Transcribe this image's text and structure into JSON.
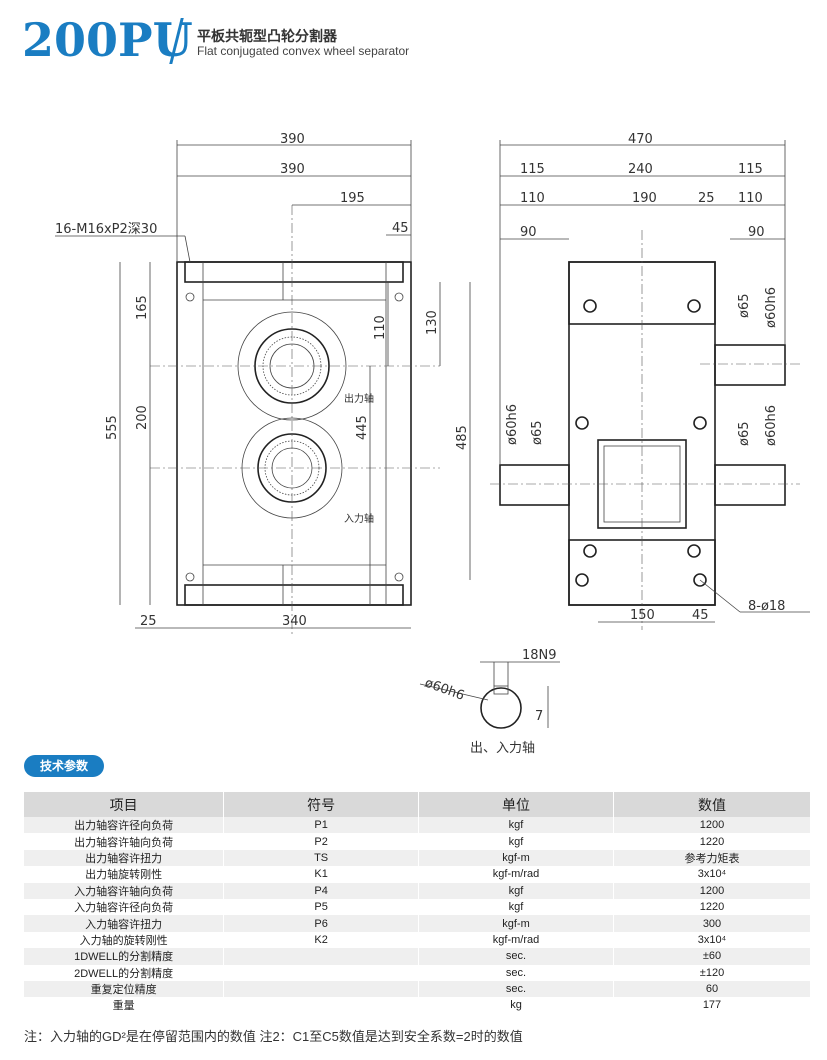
{
  "header": {
    "model": "200PU",
    "title_cn": "平板共轭型凸轮分割器",
    "title_en": "Flat conjugated convex wheel separator"
  },
  "drawing": {
    "front": {
      "dims": [
        "390",
        "390",
        "195",
        "45",
        "16-M16xP2深30",
        "165",
        "200",
        "555",
        "110",
        "130",
        "445",
        "485",
        "25",
        "340"
      ],
      "labels": [
        "出力轴",
        "入力轴"
      ]
    },
    "side": {
      "dims": [
        "470",
        "115",
        "240",
        "115",
        "110",
        "190",
        "25",
        "110",
        "90",
        "90",
        "ø65",
        "ø60h6",
        "ø60h6",
        "ø65",
        "ø65",
        "ø60h6",
        "150",
        "45",
        "8-ø18"
      ]
    },
    "shaft": {
      "dims": [
        "18N9",
        "ø60h6",
        "7"
      ],
      "label": "出、入力轴"
    }
  },
  "spec": {
    "badge": "技术参数",
    "headers": [
      "项目",
      "符号",
      "单位",
      "数值"
    ],
    "rows": [
      [
        "出力轴容许径向负荷",
        "P1",
        "kgf",
        "1200"
      ],
      [
        "出力轴容许轴向负荷",
        "P2",
        "kgf",
        "1220"
      ],
      [
        "出力轴容许扭力",
        "TS",
        "kgf-m",
        "参考力矩表"
      ],
      [
        "出力轴旋转刚性",
        "K1",
        "kgf-m/rad",
        "3x10⁴"
      ],
      [
        "入力轴容许轴向负荷",
        "P4",
        "kgf",
        "1200"
      ],
      [
        "入力轴容许径向负荷",
        "P5",
        "kgf",
        "1220"
      ],
      [
        "入力轴容许扭力",
        "P6",
        "kgf-m",
        "300"
      ],
      [
        "入力轴的旋转刚性",
        "K2",
        "kgf-m/rad",
        "3x10⁴"
      ],
      [
        "1DWELL的分割精度",
        "",
        "sec.",
        "±60"
      ],
      [
        "2DWELL的分割精度",
        "",
        "sec.",
        "±120"
      ],
      [
        "重复定位精度",
        "",
        "sec.",
        "60"
      ],
      [
        "重量",
        "",
        "kg",
        "177"
      ]
    ]
  },
  "note": "注：入力轴的GD²是在停留范围内的数值    注2：C1至C5数值是达到安全系数=2时的数值"
}
